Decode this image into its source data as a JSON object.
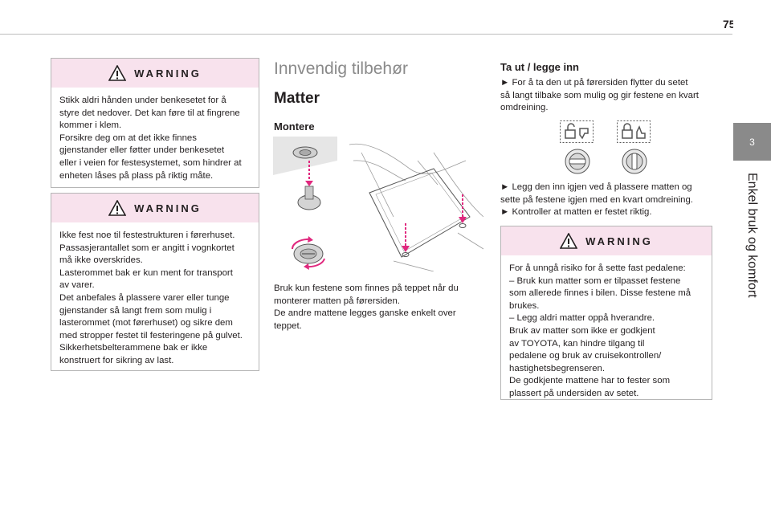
{
  "page_number": "75",
  "side_tab": {
    "number": "3",
    "title": "Enkel bruk og komfort"
  },
  "warnings": [
    {
      "title": "WARNING",
      "body": "Stikk aldri hånden under benkesetet for å\nstyre det nedover. Det kan føre til at fingrene\nkommer i klem.\nForsikre deg om at det ikke finnes\ngjenstander eller føtter under benkesetet\neller i veien for festesystemet, som hindrer at\nenheten låses på plass på riktig måte."
    },
    {
      "title": "WARNING",
      "body": "Ikke fest noe til festestrukturen i førerhuset.\nPassasjerantallet som er angitt i vognkortet\nmå ikke overskrides.\nLasterommet bak er kun ment for transport\nav varer.\nDet anbefales å plassere varer eller tunge\ngjenstander så langt frem som mulig i\nlasterommet (mot førerhuset) og sikre dem\nmed stropper festet til festeringene på gulvet.\nSikkerhetsbelterammene bak er ikke\nkonstruert for sikring av last."
    },
    {
      "title": "WARNING",
      "body": "For å unngå risiko for å sette fast pedalene:\n– Bruk kun matter som er tilpasset festene\nsom allerede finnes i bilen. Disse festene må\nbrukes.\n– Legg aldri matter oppå hverandre.\nBruk av matter som ikke er godkjent\nav TOYOTA, kan hindre tilgang til\npedalene og bruk av cruisekontrollen/\nhastighetsbegrenseren.\nDe godkjente mattene har to fester som\nplassert på undersiden av setet."
    }
  ],
  "middle": {
    "section_title": "Innvendig tilbehør",
    "subtitle": "Matter",
    "heading": "Montere",
    "text": "Bruk kun festene som finnes på teppet når du\nmonterer matten på førersiden.\nDe andre mattene legges ganske enkelt over\nteppet."
  },
  "right": {
    "heading": "Ta ut / legge inn",
    "text1": "► For å ta den ut på førersiden flytter du setet\nså langt tilbake som mulig og gir festene en kvart\nomdreining.",
    "text2": "► Legg den inn igjen ved å plassere matten og\nsette på festene igjen med en kvart omdreining.\n► Kontroller at matten er festet riktig."
  },
  "colors": {
    "warning_bg": "#f8e2ed",
    "accent_pink": "#e0287e",
    "side_tab": "#8a8a8a"
  },
  "icons": [
    "warning-triangle-icon",
    "unlock-icon",
    "lock-icon"
  ]
}
